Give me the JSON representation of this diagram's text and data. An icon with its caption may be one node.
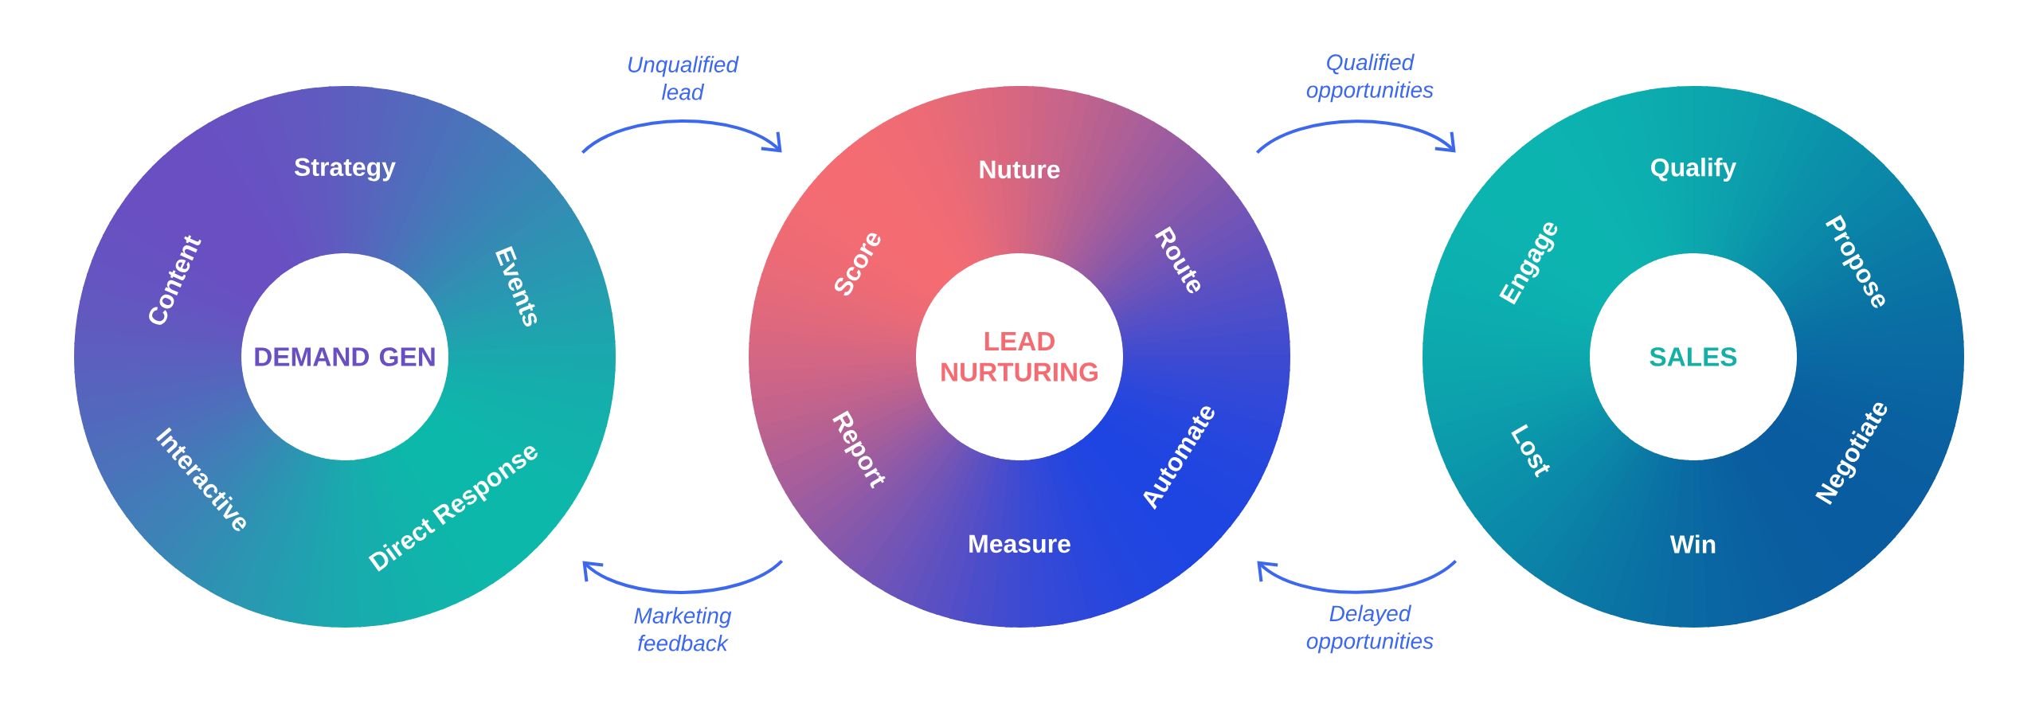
{
  "diagram": {
    "nodes": [
      {
        "text": [
          "Strategy",
          "Events",
          "Direct Response",
          "Interactive",
          "Content"
        ]
      },
      {
        "text": [
          "Nuture",
          "Route",
          "Automate",
          "Measure",
          "Report",
          "Score"
        ]
      },
      {
        "text": [
          "Qualify",
          "Propose",
          "Negotiate",
          "Win",
          "Lost",
          "Engage"
        ]
      },
      {
        "text": [
          "DEMAND GEN"
        ],
        "in": 0
      },
      {
        "text": [
          "LEAD NURTURING"
        ],
        "in": 1
      },
      {
        "text": [
          "SALES"
        ],
        "in": 2
      }
    ],
    "edges": [
      {
        "from": 0,
        "to": 1,
        "arrow": "to",
        "label": "Unqualified lead"
      },
      {
        "from": 1,
        "to": 2,
        "arrow": "to",
        "label": "Qualified opportunities"
      },
      {
        "from": 1,
        "to": 0,
        "arrow": "to",
        "label": "Marketing feedback"
      },
      {
        "from": 2,
        "to": 1,
        "arrow": "to",
        "label": "Delayed opportunities"
      }
    ]
  }
}
